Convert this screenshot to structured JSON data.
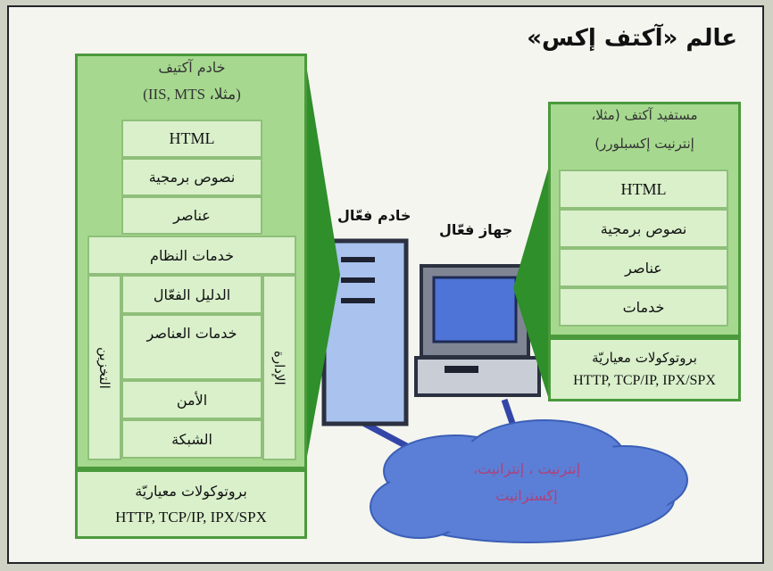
{
  "title": "عالم «آكتف إكس»",
  "server_panel": {
    "heading_line1": "خادم آكتيف",
    "heading_line2": "(مثلا، IIS, MTS)",
    "cells": [
      "HTML",
      "نصوص برمجية",
      "عناصر"
    ],
    "system_services": "خدمات النظام",
    "inner": [
      "الدليل الفعّال",
      "خدمات العناصر",
      "الأمن",
      "الشبكة"
    ],
    "left_vertical": "التخزين",
    "right_vertical": "الإدارة",
    "protocols_title": "بروتوكولات معياريّة",
    "protocols_list": "HTTP, TCP/IP, IPX/SPX"
  },
  "server_device_label": "خادم فعّال",
  "client_device_label": "جهاز فعّال",
  "client_panel": {
    "heading_line1": "مستفيد آكتف (مثلا،",
    "heading_line2": "إنترنيت إكسبلورر)",
    "cells": [
      "HTML",
      "نصوص برمجية",
      "عناصر",
      "خدمات"
    ],
    "protocols_title": "بروتوكولات معياريّة",
    "protocols_list": "HTTP, TCP/IP, IPX/SPX"
  },
  "cloud_text_line1": "إنترنيت ، إنترانيت،",
  "cloud_text_line2": "إكسترانيت",
  "colors": {
    "panel_green": "#a6d98f",
    "dark_green": "#2f8f2a",
    "cloud_blue": "#5b7fd6",
    "cloud_text": "#b0407a",
    "device_blue": "#a9c2ee"
  }
}
